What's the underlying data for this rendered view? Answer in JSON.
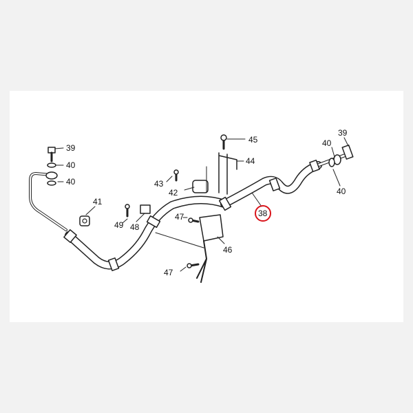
{
  "callouts": {
    "c39a": "39",
    "c40a": "40",
    "c40b": "40",
    "c41": "41",
    "c49": "49",
    "c48": "48",
    "c43": "43",
    "c42": "42",
    "c45": "45",
    "c44": "44",
    "c47a": "47",
    "c46": "46",
    "c47b": "47",
    "c39b": "39",
    "c40c": "40",
    "c40d": "40",
    "c38": "38"
  },
  "highlight_color": "#d9131a"
}
